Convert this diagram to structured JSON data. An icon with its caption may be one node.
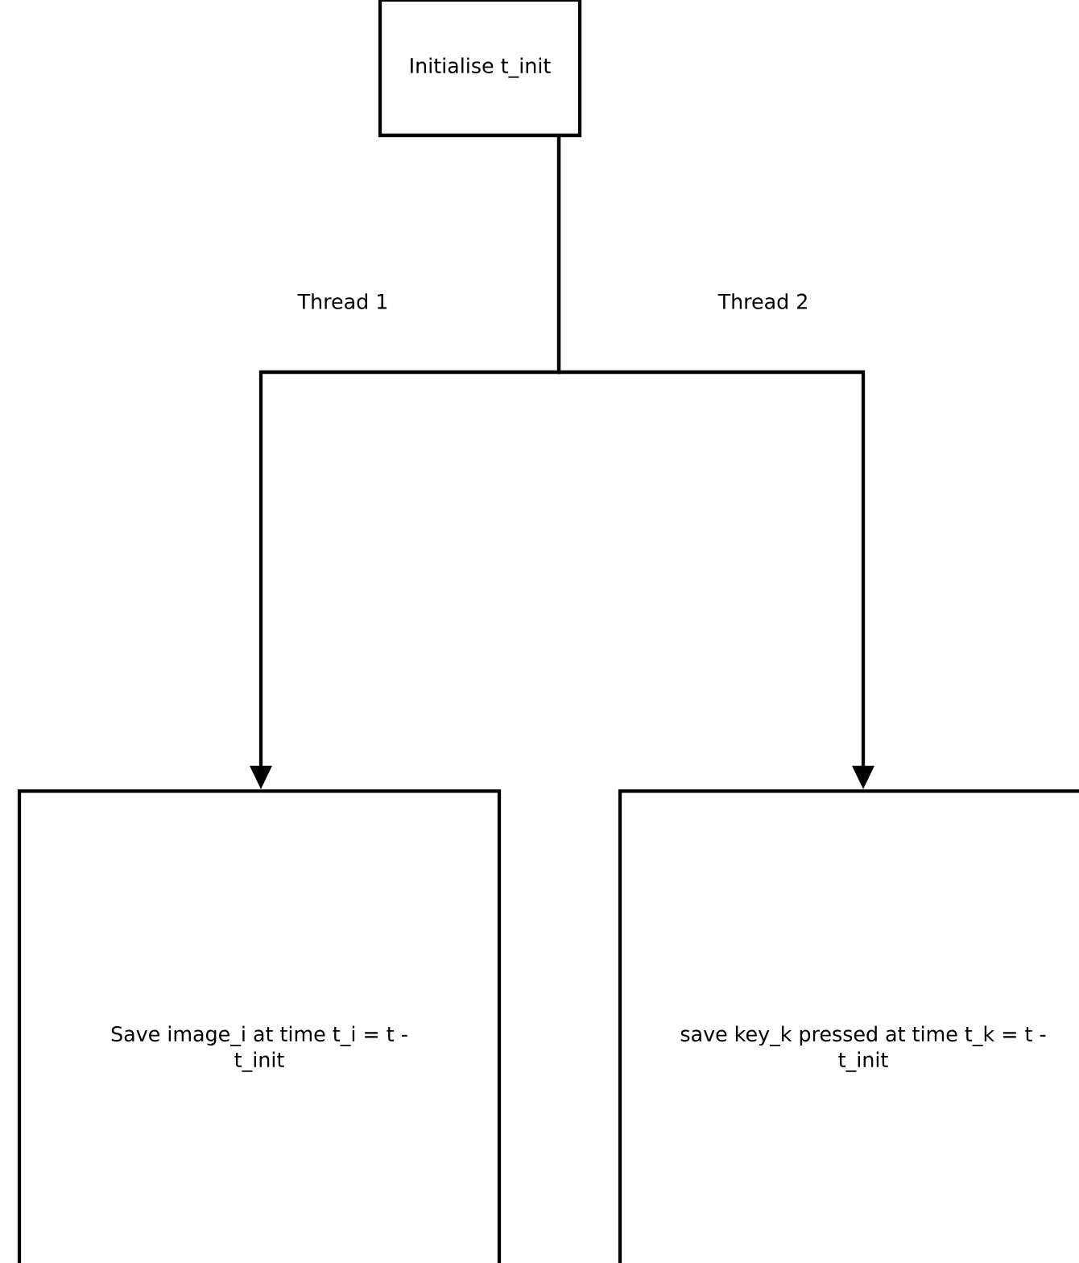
{
  "diagram": {
    "nodes": [
      {
        "text": [
          "Initialise t_init"
        ]
      },
      {
        "text": [
          "Save image_i at time t_i = t - t_init"
        ]
      },
      {
        "text": [
          "save key_k pressed at time t_k = t - t_init"
        ]
      }
    ],
    "edges": [
      {
        "from": 0,
        "to": 1,
        "arrow": "to",
        "label": "Thread 1"
      },
      {
        "from": 0,
        "to": 2,
        "arrow": "to",
        "label": "Thread 2"
      }
    ]
  }
}
